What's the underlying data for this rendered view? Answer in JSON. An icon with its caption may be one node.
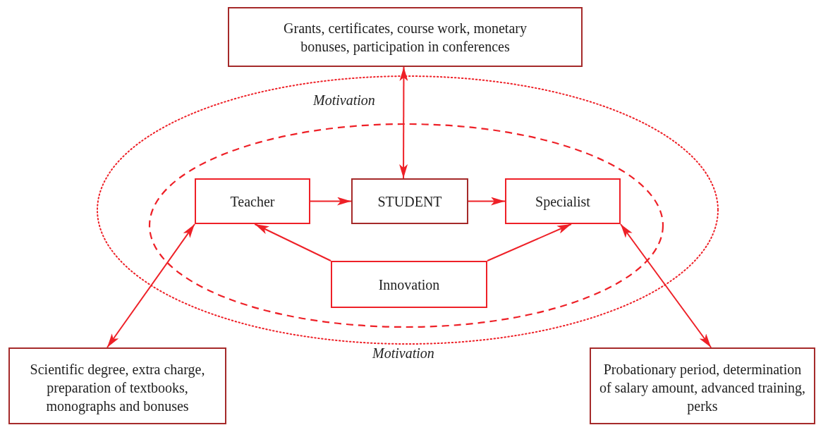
{
  "diagram": {
    "nodes": [
      {
        "text": [
          "Grants, certificates, course work, monetary bonuses, participation in conferences"
        ]
      },
      {
        "text": [
          "Teacher"
        ]
      },
      {
        "text": [
          "STUDENT"
        ]
      },
      {
        "text": [
          "Specialist"
        ]
      },
      {
        "text": [
          "Innovation"
        ]
      },
      {
        "text": [
          "Scientific degree, extra charge, preparation of textbooks, monographs and bonuses"
        ]
      },
      {
        "text": [
          "Probationary period, determination of salary amount, advanced training, perks"
        ]
      }
    ],
    "edges": [
      {
        "from": 0,
        "to": 2,
        "arrow": "both"
      },
      {
        "from": 1,
        "to": 2,
        "arrow": "to"
      },
      {
        "from": 2,
        "to": 3,
        "arrow": "to"
      },
      {
        "from": 4,
        "to": 1,
        "arrow": "to"
      },
      {
        "from": 4,
        "to": 3,
        "arrow": "to"
      },
      {
        "from": 1,
        "to": 5,
        "arrow": "both"
      },
      {
        "from": 3,
        "to": 6,
        "arrow": "both"
      }
    ],
    "labels": [
      "Motivation",
      "Motivation"
    ]
  }
}
